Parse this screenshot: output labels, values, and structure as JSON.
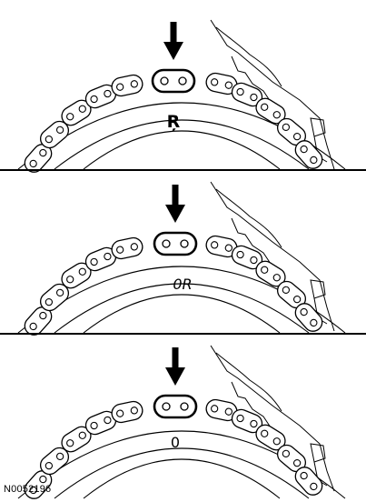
{
  "figure": {
    "id": "N0052196",
    "panels": [
      {
        "mark": "Ŗ"
      },
      {
        "mark": "0R"
      },
      {
        "mark": "0"
      }
    ]
  }
}
